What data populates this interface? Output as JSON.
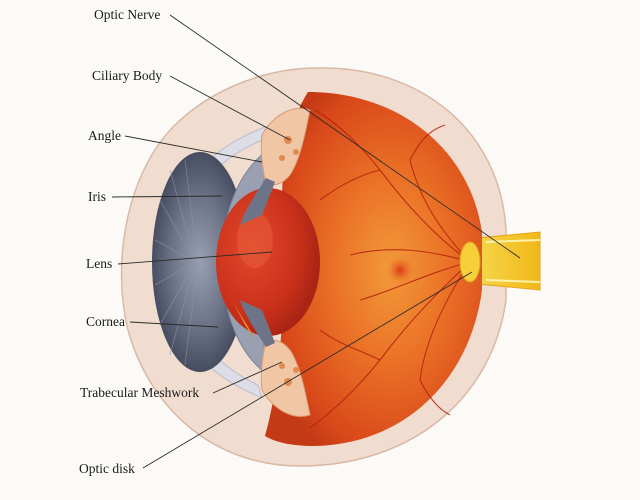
{
  "diagram": {
    "labels": {
      "optic_nerve": "Optic Nerve",
      "ciliary_body": "Ciliary Body",
      "angle": "Angle",
      "iris": "Iris",
      "lens": "Lens",
      "cornea": "Cornea",
      "trabecular_meshwork": "Trabecular Meshwork",
      "optic_disk": "Optic disk"
    },
    "colors": {
      "sclera": "#f1ddcf",
      "retina": "#e0561c",
      "retina_highlight": "#f49a3c",
      "iris": "#5d6478",
      "lens": "#d3371d",
      "cornea": "#dcdde6",
      "optic_nerve": "#f0c020",
      "ciliary": "#f0c6a4"
    }
  }
}
